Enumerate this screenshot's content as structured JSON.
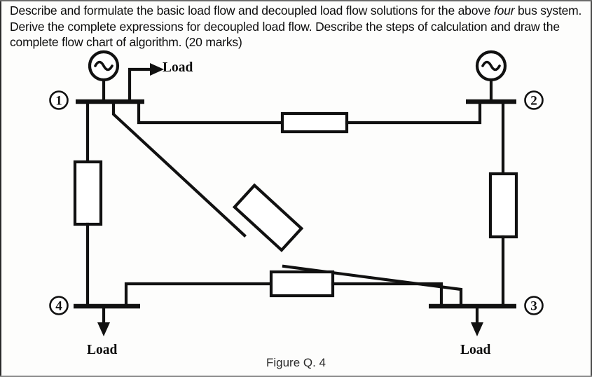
{
  "question": {
    "text_parts": [
      "Describe and formulate the basic load flow and decoupled load flow solutions for the above ",
      "four",
      " bus system. Derive the complete expressions for decoupled load flow. Describe the steps of calculation and draw the complete flow chart of algorithm. (20 marks)"
    ],
    "full_text": "Describe and formulate the basic load flow and decoupled load flow solutions for the above four bus system. Derive the complete expressions for decoupled load flow. Describe the steps of calculation and draw the complete flow chart of algorithm. (20 marks)",
    "italic_word": "four",
    "marks": "(20 marks)"
  },
  "figure": {
    "caption": "Figure Q. 4",
    "type": "power-system-one-line-diagram",
    "buses": [
      {
        "id": "bus-1",
        "label": "1",
        "label_side": "left",
        "has_generator": true,
        "has_load": true,
        "load_label": "Load",
        "load_direction": "right"
      },
      {
        "id": "bus-2",
        "label": "2",
        "label_side": "right",
        "has_generator": true,
        "has_load": false,
        "load_label": "",
        "load_direction": ""
      },
      {
        "id": "bus-3",
        "label": "3",
        "label_side": "right",
        "has_generator": false,
        "has_load": true,
        "load_label": "Load",
        "load_direction": "down"
      },
      {
        "id": "bus-4",
        "label": "4",
        "label_side": "left",
        "has_generator": false,
        "has_load": true,
        "load_label": "Load",
        "load_direction": "down"
      }
    ],
    "generators": [
      {
        "id": "generator-bus-1",
        "symbol": "ac-source",
        "attached_bus": "1"
      },
      {
        "id": "generator-bus-2",
        "symbol": "ac-source",
        "attached_bus": "2"
      }
    ],
    "lines": [
      {
        "id": "line-1-2",
        "from": "1",
        "to": "2",
        "orientation": "horizontal-top",
        "has_impedance_box": true
      },
      {
        "id": "line-1-4",
        "from": "1",
        "to": "4",
        "orientation": "vertical-left",
        "has_impedance_box": true
      },
      {
        "id": "line-1-3",
        "from": "1",
        "to": "3",
        "orientation": "diagonal",
        "has_impedance_box": true
      },
      {
        "id": "line-2-3",
        "from": "2",
        "to": "3",
        "orientation": "vertical-right",
        "has_impedance_box": true
      },
      {
        "id": "line-4-3",
        "from": "4",
        "to": "3",
        "orientation": "horizontal-bottom",
        "has_impedance_box": true
      }
    ],
    "impedance_boxes": [
      {
        "id": "impedance-line-1-2",
        "line": "line-1-2",
        "orientation": "horizontal"
      },
      {
        "id": "impedance-line-1-4",
        "line": "line-1-4",
        "orientation": "vertical"
      },
      {
        "id": "impedance-line-1-3",
        "line": "line-1-3",
        "orientation": "diagonal"
      },
      {
        "id": "impedance-line-2-3",
        "line": "line-2-3",
        "orientation": "vertical"
      },
      {
        "id": "impedance-line-4-3",
        "line": "line-4-3",
        "orientation": "horizontal"
      }
    ],
    "load_labels": [
      {
        "id": "load-bus-1",
        "text": "Load"
      },
      {
        "id": "load-bus-4",
        "text": "Load"
      },
      {
        "id": "load-bus-3",
        "text": "Load"
      }
    ],
    "colors": {
      "ink": "#111111",
      "paper": "#fdfdfc"
    }
  }
}
